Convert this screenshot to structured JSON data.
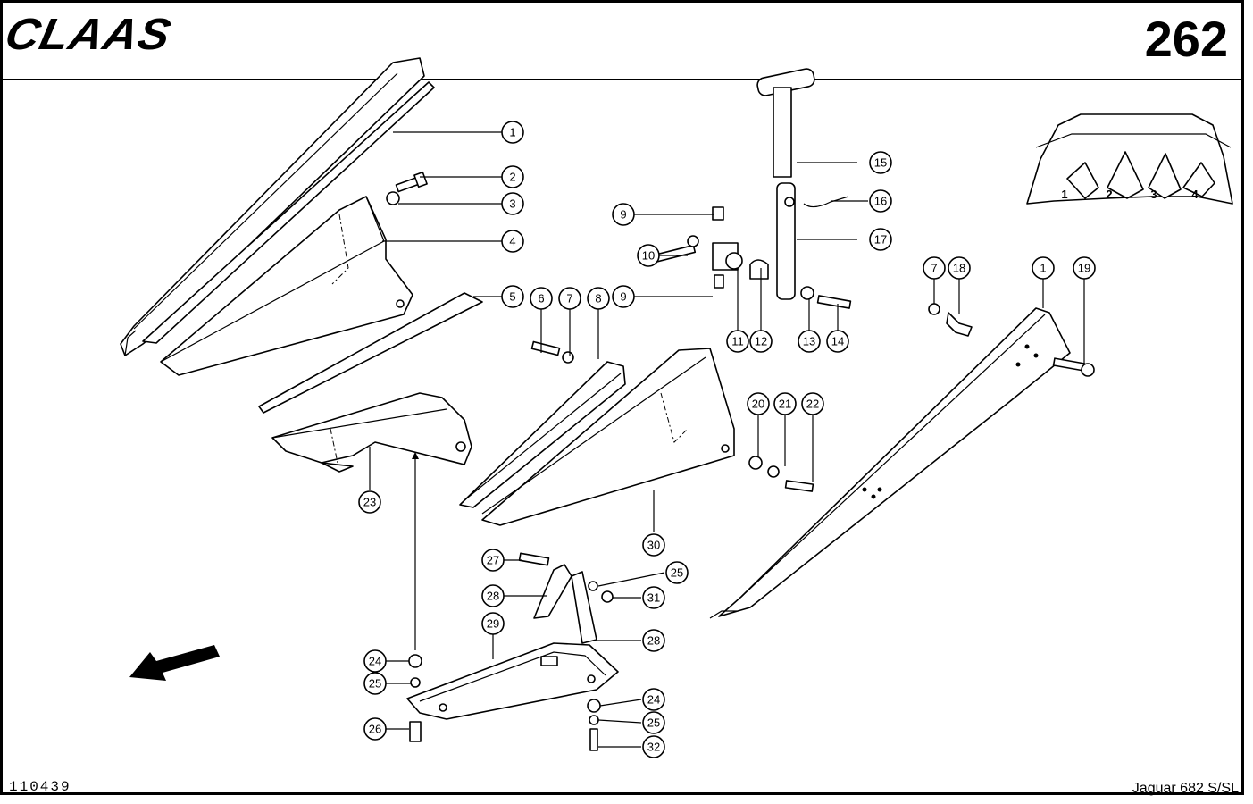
{
  "header": {
    "brand": "CLAAS",
    "page_number": "262"
  },
  "footer": {
    "drawing_id": "110439",
    "model": "Jaguar 682 S/SL"
  },
  "inset": {
    "row_labels": [
      "1",
      "2",
      "3",
      "4"
    ]
  },
  "callouts": [
    "1",
    "2",
    "3",
    "4",
    "5",
    "6",
    "7",
    "8",
    "9",
    "9",
    "10",
    "11",
    "12",
    "13",
    "14",
    "15",
    "16",
    "17",
    "7",
    "18",
    "1",
    "19",
    "20",
    "21",
    "22",
    "23",
    "30",
    "27",
    "25",
    "28",
    "31",
    "29",
    "28",
    "24",
    "25",
    "26",
    "24",
    "25",
    "32"
  ]
}
